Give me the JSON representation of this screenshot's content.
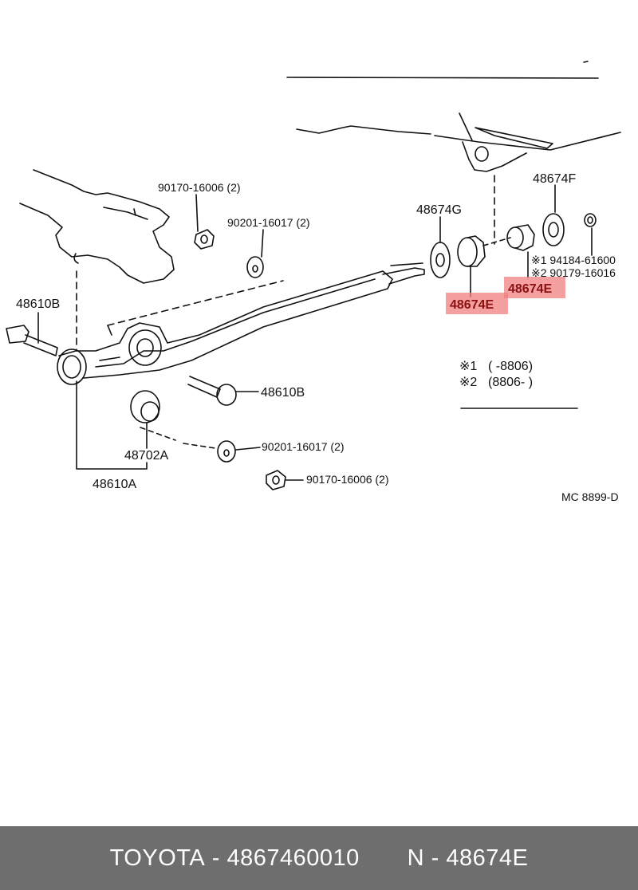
{
  "diagram": {
    "labels": {
      "nut_top": "90170-16006 (2)",
      "washer_top": "90201-16017 (2)",
      "bolt_left": "48610B",
      "bolt_mid": "48610B",
      "bushing_inner": "48702A",
      "arm": "48610A",
      "washer_bottom": "90201-16017 (2)",
      "nut_bottom": "90170-16006 (2)",
      "retainer_g": "48674G",
      "retainer_f": "48674F",
      "cushion_e_left": "48674E",
      "cushion_e_right": "48674E",
      "note1_part": "※1 94184-61600",
      "note2_part": "※2 90179-16016",
      "legend1_mark": "※1",
      "legend1_range": "(        -8806)",
      "legend2_mark": "※2",
      "legend2_range": "(8806-        )",
      "code": "MC  8899-D"
    },
    "colors": {
      "highlight": "#f08080",
      "highlight_text": "#8b1010",
      "line": "#111111"
    }
  },
  "footer": {
    "brand": "TOYOTA",
    "sep1": " - ",
    "part_number": "4867460010",
    "gap": "       ",
    "ref_prefix": "N - ",
    "ref": "48674E"
  }
}
